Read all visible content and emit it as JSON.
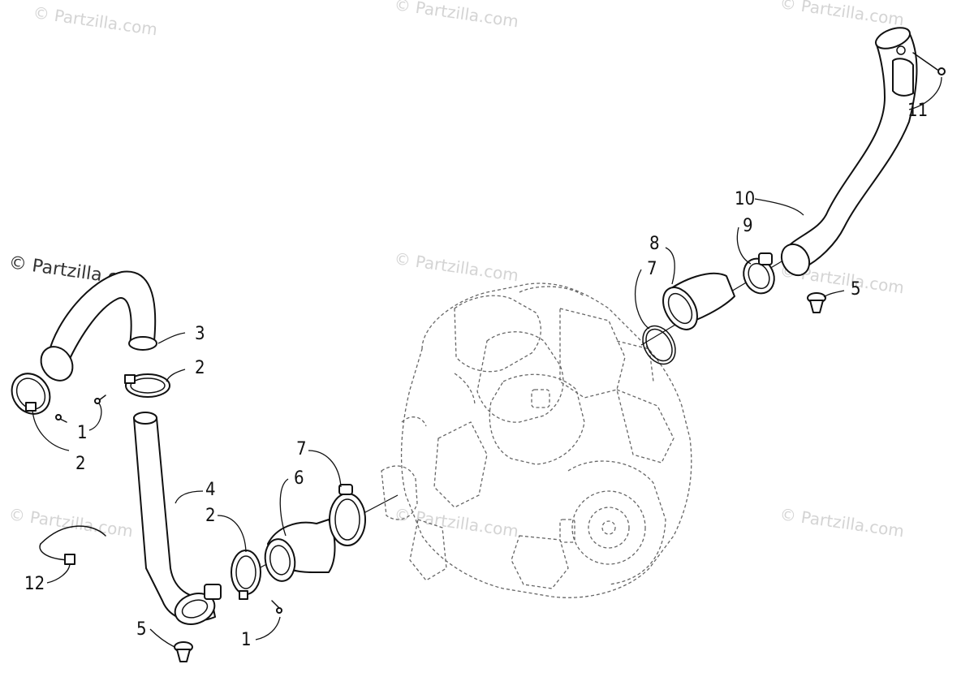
{
  "diagram": {
    "watermark_text": "© Partzilla.com",
    "brand_watermark": "© Partzilla.com",
    "callouts": {
      "c1a": "1",
      "c2a": "2",
      "c2b": "2",
      "c3": "3",
      "c4": "4",
      "c2c": "2",
      "c6": "6",
      "c7a": "7",
      "c1b": "1",
      "c5a": "5",
      "c12": "12",
      "c8": "8",
      "c7b": "7",
      "c9": "9",
      "c10": "10",
      "c11": "11",
      "c5b": "5"
    }
  }
}
